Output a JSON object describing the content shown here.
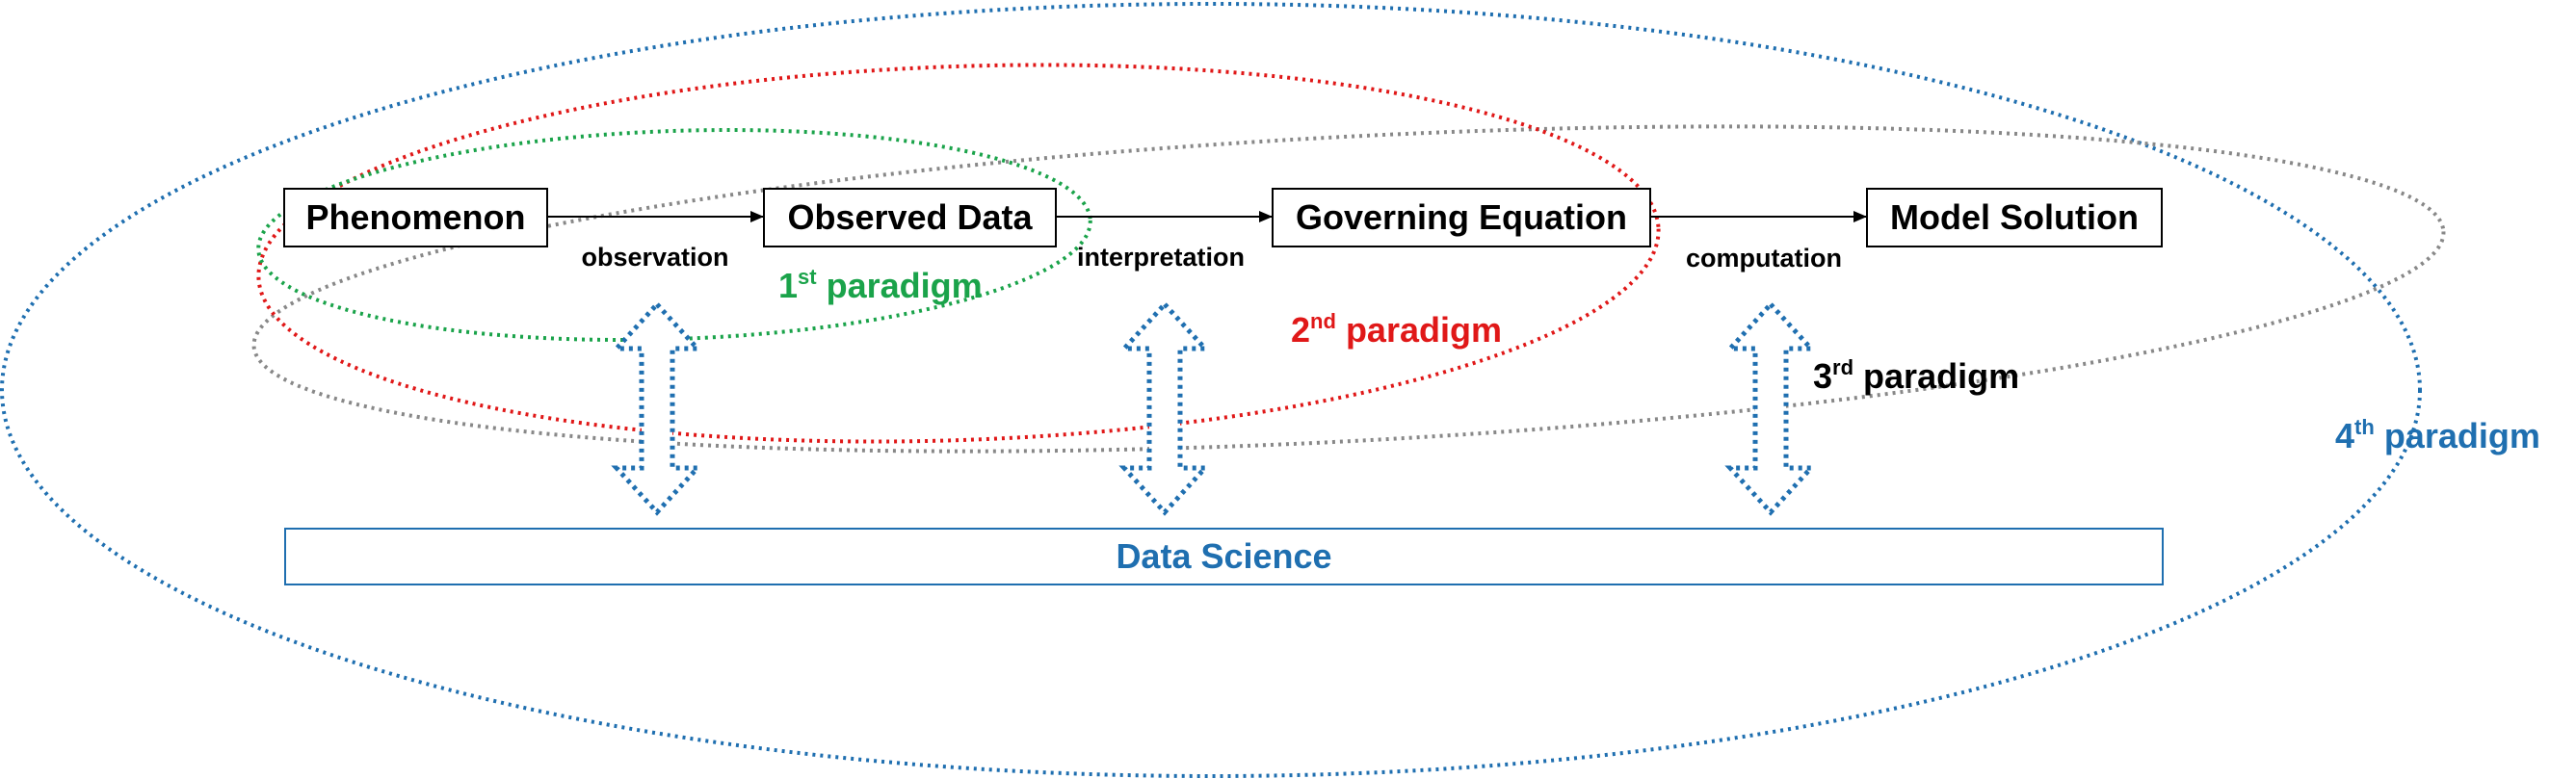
{
  "nodes": {
    "phenomenon": "Phenomenon",
    "observed_data": "Observed Data",
    "governing_equation": "Governing Equation",
    "model_solution": "Model Solution"
  },
  "edges": {
    "observation": "observation",
    "interpretation": "interpretation",
    "computation": "computation"
  },
  "paradigms": {
    "first": {
      "ordinal": "1",
      "suffix": "st",
      "label": "paradigm",
      "color": "#1aa34a"
    },
    "second": {
      "ordinal": "2",
      "suffix": "nd",
      "label": "paradigm",
      "color": "#e01818"
    },
    "third": {
      "ordinal": "3",
      "suffix": "rd",
      "label": "paradigm",
      "color": "#000000"
    },
    "fourth": {
      "ordinal": "4",
      "suffix": "th",
      "label": "paradigm",
      "color": "#1f6fb0"
    }
  },
  "data_science": {
    "label": "Data Science",
    "color": "#1f6fb0"
  },
  "colors": {
    "third_ellipse": "#888888",
    "double_arrow": "#1f6fb0"
  },
  "icons": [
    "arrow-right-icon",
    "double-arrow-vertical-icon"
  ]
}
